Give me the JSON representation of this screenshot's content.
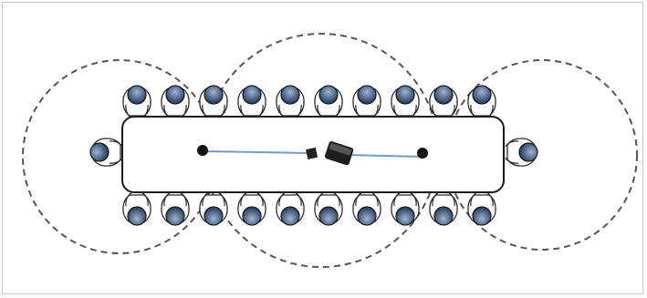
{
  "diagram": {
    "kind": "conference-table-microphone-coverage",
    "colors": {
      "table_fill": "#ffffff",
      "table_stroke": "#1a1a1a",
      "coverage_circle_stroke": "#555555",
      "cable": "#6f9bd1",
      "mic": "#111111",
      "person_head_dark": "#1f3658",
      "person_head_light": "#9fb4d2",
      "person_outline": "#2a2a2a"
    },
    "seating": {
      "top_side_count": 10,
      "bottom_side_count": 10,
      "left_end_count": 1,
      "right_end_count": 1
    },
    "microphones": {
      "boundary_mic_count": 2,
      "hub_count": 1,
      "junction_count": 1
    },
    "coverage_zones": 3,
    "icons": [
      "person-icon",
      "microphone-icon",
      "hub-icon",
      "coverage-circle-icon"
    ]
  }
}
